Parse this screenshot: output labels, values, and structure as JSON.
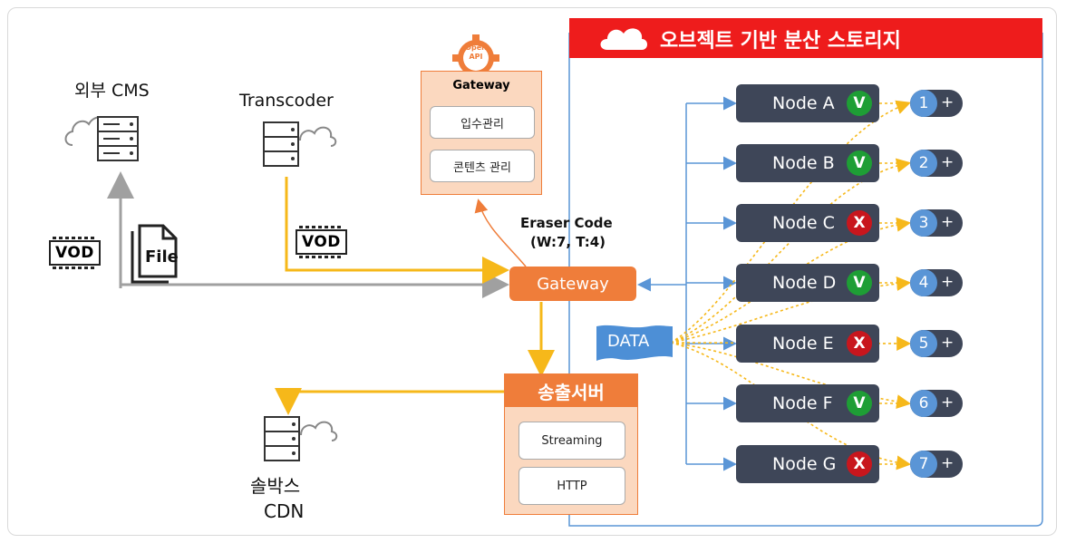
{
  "storage_title": "오브젝트 기반 분산 스토리지",
  "external_cms": "외부 CMS",
  "transcoder": "Transcoder",
  "vod_label": "VOD",
  "file_label": "File",
  "openapi_box": {
    "gear_text": "Open API",
    "title": "Gateway",
    "items": [
      "입수관리",
      "콘텐츠 관리"
    ]
  },
  "eraser_code": {
    "line1": "Eraser Code",
    "line2": "(W:7, T:4)"
  },
  "gateway": "Gateway",
  "data_label": "DATA",
  "send_server": {
    "title": "송출서버",
    "items": [
      "Streaming",
      "HTTP"
    ]
  },
  "cdn": {
    "line1": "솔박스",
    "line2": "CDN"
  },
  "nodes": [
    {
      "name": "Node A",
      "status": "V",
      "replica": "1",
      "plus": "+"
    },
    {
      "name": "Node B",
      "status": "V",
      "replica": "2",
      "plus": "+"
    },
    {
      "name": "Node C",
      "status": "X",
      "replica": "3",
      "plus": "+"
    },
    {
      "name": "Node D",
      "status": "V",
      "replica": "4",
      "plus": "+"
    },
    {
      "name": "Node E",
      "status": "X",
      "replica": "5",
      "plus": "+"
    },
    {
      "name": "Node F",
      "status": "V",
      "replica": "6",
      "plus": "+"
    },
    {
      "name": "Node G",
      "status": "X",
      "replica": "7",
      "plus": "+"
    }
  ],
  "colors": {
    "orange": "#ef7d3a",
    "node": "#3e4658",
    "ok": "#1e9e35",
    "fail": "#c8161d",
    "blue": "#5a95d6",
    "red": "#e62020",
    "yellow": "#f6b81a"
  }
}
